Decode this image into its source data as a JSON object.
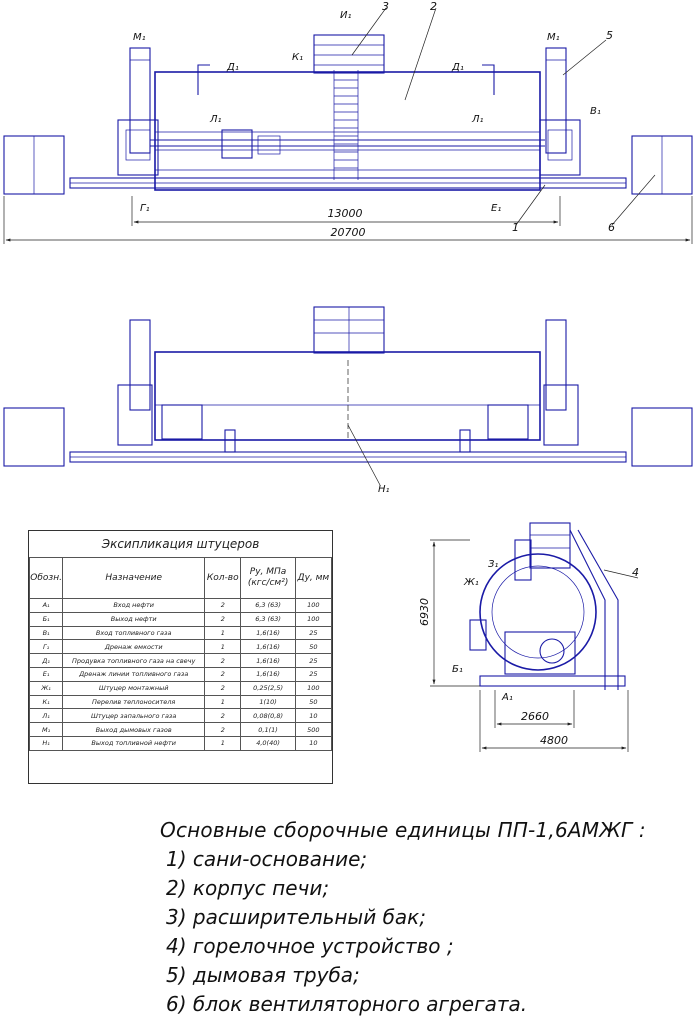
{
  "dimensions": {
    "length_inner": "13000",
    "length_total": "20700",
    "side_width_inner": "2660",
    "side_width_total": "4800",
    "height": "6930"
  },
  "position_labels": {
    "p1": "1",
    "p2": "2",
    "p3": "3",
    "p4": "4",
    "p5": "5",
    "p6": "6"
  },
  "fittings_labels": {
    "A": "А₁",
    "B": "Б₁",
    "V": "В₁",
    "G": "Г₁",
    "D": "Д₁",
    "E": "Е₁",
    "ZH": "Ж₁",
    "Z": "З₁",
    "I": "И₁",
    "K": "К₁",
    "L": "Л₁",
    "M": "М₁",
    "N": "Н₁"
  },
  "table": {
    "title": "Эксипликация штуцеров",
    "headers": [
      "Обозн.",
      "Назначение",
      "Кол-во",
      "Ру, МПа (кгс/см²)",
      "Ду, мм"
    ],
    "rows": [
      [
        "А₁",
        "Вход нефти",
        "2",
        "6,3 (63)",
        "100"
      ],
      [
        "Б₁",
        "Выход нефти",
        "2",
        "6,3 (63)",
        "100"
      ],
      [
        "В₁",
        "Вход топливного газа",
        "1",
        "1,6(16)",
        "25"
      ],
      [
        "Г₁",
        "Дренаж емкости",
        "1",
        "1,6(16)",
        "50"
      ],
      [
        "Д₁",
        "Продувка топливного газа на свечу",
        "2",
        "1,6(16)",
        "25"
      ],
      [
        "Е₁",
        "Дренаж линии топливного газа",
        "2",
        "1,6(16)",
        "25"
      ],
      [
        "Ж₁",
        "Штуцер монтажный",
        "2",
        "0,25(2,5)",
        "100"
      ],
      [
        "К₁",
        "Перелив теплоносителя",
        "1",
        "1(10)",
        "50"
      ],
      [
        "Л₁",
        "Штуцер запального газа",
        "2",
        "0,08(0,8)",
        "10"
      ],
      [
        "М₁",
        "Выход дымовых газов",
        "2",
        "0,1(1)",
        "500"
      ],
      [
        "Н₁",
        "Выход топливной нефти",
        "1",
        "4,0(40)",
        "10"
      ]
    ]
  },
  "notes": {
    "heading": "Основные сборочные единицы ПП-1,6АМЖГ :",
    "items": [
      "1) сани-основание;",
      "2) корпус печи;",
      "3) расширительный бак;",
      "4) горелочное устройство ;",
      "5) дымовая труба;",
      "6) блок вентиляторного агрегата."
    ]
  }
}
